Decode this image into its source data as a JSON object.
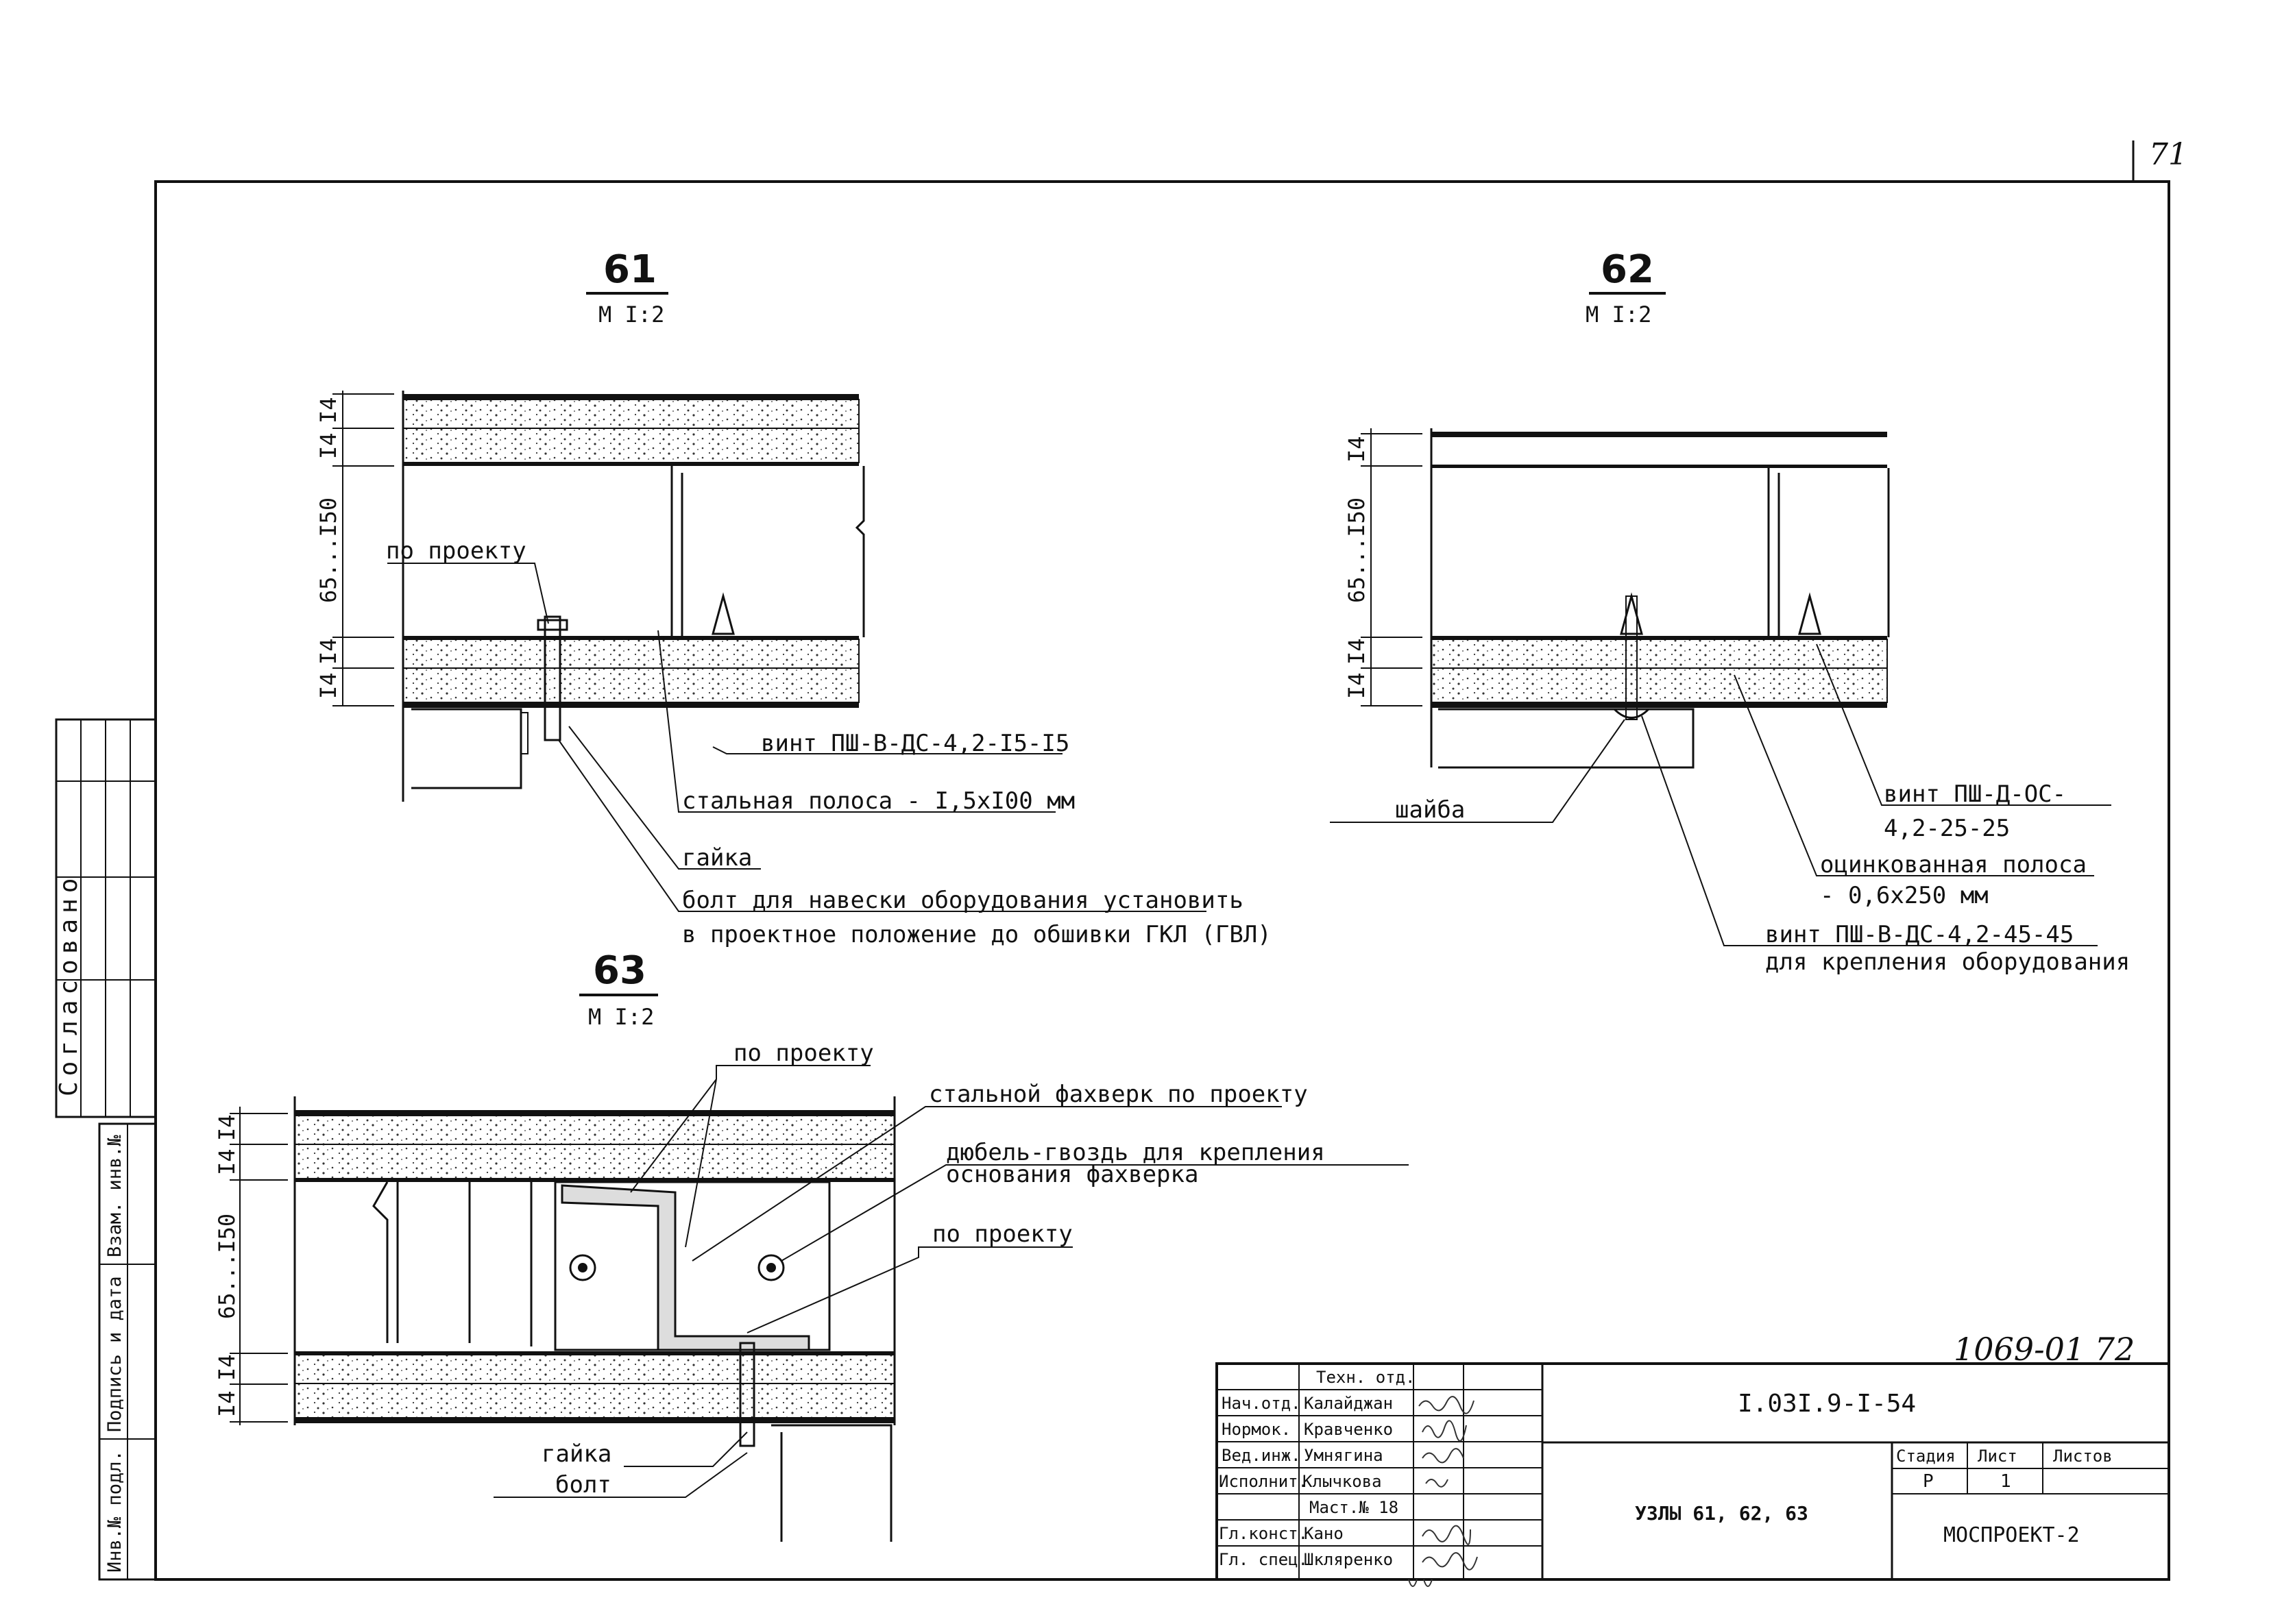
{
  "page_number": "71",
  "archive_number": "1069-01  72",
  "side_stamp": "Согласовано",
  "side_labels": [
    "Инв.№ подл.",
    "Подпись и дата",
    "Взам. инв.№"
  ],
  "details": [
    {
      "number": "61",
      "scale": "М I:2"
    },
    {
      "number": "62",
      "scale": "М I:2"
    },
    {
      "number": "63",
      "scale": "М I:2"
    }
  ],
  "d61": {
    "dims": [
      "I4",
      "I4",
      "65...I50",
      "I4",
      "I4"
    ],
    "labels": {
      "po_proektu": "по проекту",
      "vint": "винт ПШ-В-ДС-4,2-I5-I5",
      "polosa": "стальная полоса - I,5xI00 мм",
      "gaika": "гайка",
      "bolt_1": "болт для навески оборудования установить",
      "bolt_2": "в проектное положение до обшивки ГКЛ (ГВЛ)"
    }
  },
  "d62": {
    "dims": [
      "I4",
      "65...I50",
      "I4",
      "I4"
    ],
    "labels": {
      "shaiba": "шайба",
      "vint_1": "винт ПШ-Д-ОС-",
      "vint_2": "4,2-25-25",
      "polosa_1": "оцинкованная полоса",
      "polosa_2": "- 0,6x250 мм",
      "vint2_1": "винт ПШ-В-ДС-4,2-45-45",
      "vint2_2": "для крепления оборудования"
    }
  },
  "d63": {
    "dims": [
      "I4",
      "I4",
      "65...I50",
      "I4",
      "I4"
    ],
    "labels": {
      "po_proektu_top": "по проекту",
      "fahverk": "стальной фахверк по проекту",
      "dubel_1": "дюбель-гвоздь для крепления",
      "dubel_2": "основания фахверка",
      "po_proektu_right": "по проекту",
      "gaika": "гайка",
      "bolt": "болт"
    }
  },
  "title_block": {
    "rows": [
      {
        "role": "",
        "name": "Техн. отд."
      },
      {
        "role": "Нач.отд.",
        "name": "Калайджан"
      },
      {
        "role": "Нормок.",
        "name": "Кравченко"
      },
      {
        "role": "Вед.инж.",
        "name": "Умнягина"
      },
      {
        "role": "Исполнит.",
        "name": "Клычкова"
      },
      {
        "role": "",
        "name": "Маст.№ 18"
      },
      {
        "role": "Гл.конст.",
        "name": "Кано"
      },
      {
        "role": "Гл. спец.",
        "name": "Шкляренко"
      }
    ],
    "doc_code": "I.03I.9-I-54",
    "title": "УЗЛЫ 61, 62, 63",
    "stage_header": "Стадия",
    "sheet_header": "Лист",
    "sheets_header": "Листов",
    "stage": "Р",
    "sheet": "1",
    "sheets": "",
    "org": "МОСПРОЕКТ-2"
  }
}
